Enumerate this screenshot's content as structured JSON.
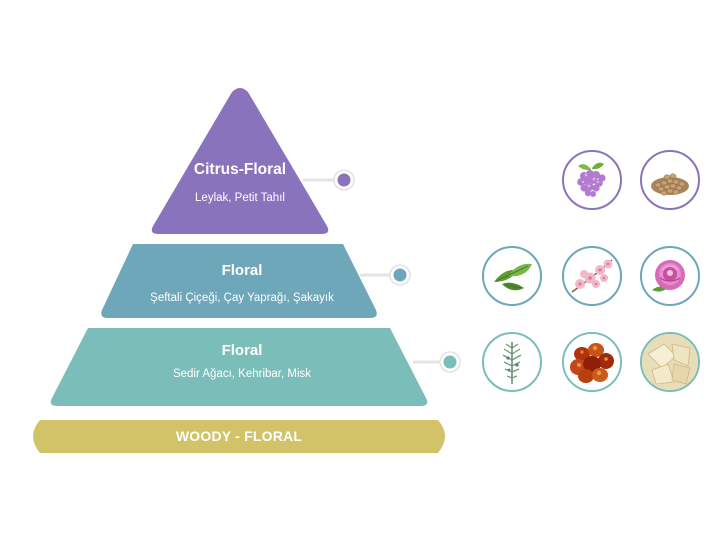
{
  "pyramid": {
    "top": {
      "title": "Citrus-Floral",
      "subtitle": "Leylak, Petit Tahıl",
      "color": "#8a73bd",
      "connector_color": "#8a73bd"
    },
    "middle": {
      "title": "Floral",
      "subtitle": "Şeftali Çiçeği, Çay Yaprağı, Şakayık",
      "color": "#6ea6ba",
      "connector_color": "#6ea6ba"
    },
    "bottom": {
      "title": "Floral",
      "subtitle": "Sedir Ağacı, Kehribar, Misk",
      "color": "#7bbdb8",
      "connector_color": "#7bbdb8"
    },
    "base": {
      "label": "WOODY - FLORAL",
      "color": "#d2c368"
    }
  },
  "notes": {
    "top": [
      {
        "icon": "lilac-icon",
        "border": "#8a73bd"
      },
      {
        "icon": "grain-icon",
        "border": "#8a73bd"
      }
    ],
    "middle": [
      {
        "icon": "tea-leaf-icon",
        "border": "#6ea6ba"
      },
      {
        "icon": "peach-blossom-icon",
        "border": "#6ea6ba"
      },
      {
        "icon": "peony-icon",
        "border": "#6ea6ba"
      }
    ],
    "bottom": [
      {
        "icon": "cedar-sprig-icon",
        "border": "#7bbdb8"
      },
      {
        "icon": "amber-icon",
        "border": "#7bbdb8"
      },
      {
        "icon": "musk-icon",
        "border": "#7bbdb8"
      }
    ]
  }
}
